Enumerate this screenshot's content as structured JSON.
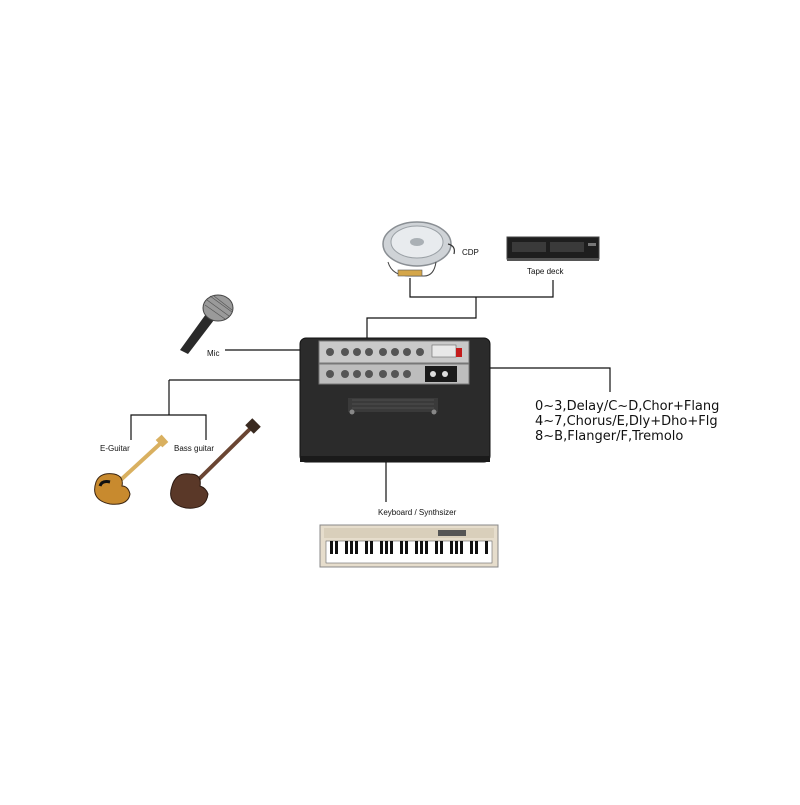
{
  "labels": {
    "cdp": "CDP",
    "tape_deck": "Tape deck",
    "mic": "Mic",
    "e_guitar": "E-Guitar",
    "bass_guitar": "Bass guitar",
    "keyboard": "Keyboard / Synthsizer"
  },
  "effects": [
    "0~3,Delay/C~D,Chor+Flang",
    "4~7,Chorus/E,Dly+Dho+Flg",
    "8~B,Flanger/F,Tremolo"
  ],
  "colors": {
    "line": "#111111",
    "amp_body": "#2b2b2b",
    "panel": "#c9c9c9",
    "knob": "#555555",
    "power": "#c41c1c"
  },
  "icons": [
    "cd-player-icon",
    "tape-deck-icon",
    "microphone-icon",
    "amplifier-icon",
    "electric-guitar-icon",
    "bass-guitar-icon",
    "keyboard-icon"
  ]
}
